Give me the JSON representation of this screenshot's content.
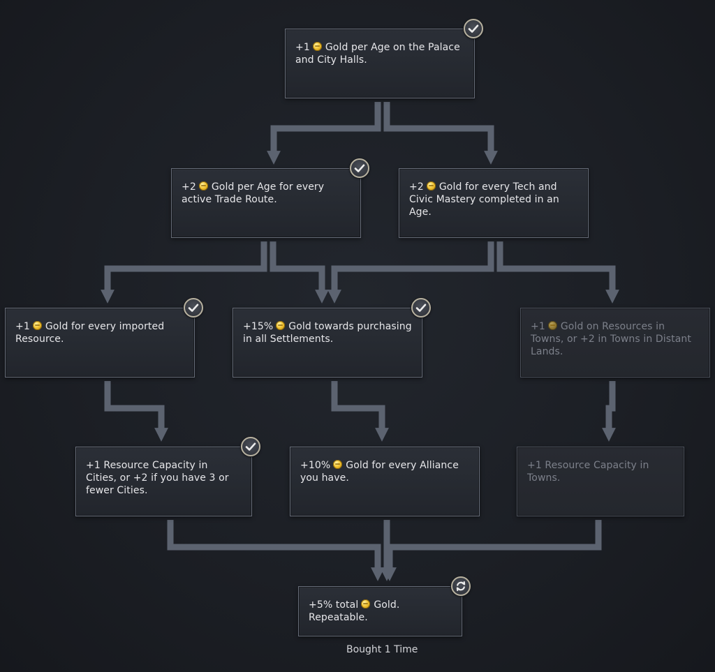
{
  "tree": {
    "nodes": {
      "palace": {
        "prefix": "+1",
        "text": "Gold per Age on the Palace and City Halls.",
        "status": "completed"
      },
      "trade_route": {
        "prefix": "+2",
        "text": "Gold per Age for every active Trade Route.",
        "status": "completed"
      },
      "tech_civic": {
        "prefix": "+2",
        "text": "Gold for every Tech and Civic Mastery completed in an Age.",
        "status": "available"
      },
      "imported_resource": {
        "prefix": "+1",
        "text": "Gold for every imported Resource.",
        "status": "completed"
      },
      "purchasing": {
        "prefix": "+15%",
        "text": "Gold towards purchasing in all Settlements.",
        "status": "completed"
      },
      "towns_resources": {
        "prefix": "+1",
        "text": "Gold on Resources in Towns, or +2 in Towns in Distant Lands.",
        "status": "locked"
      },
      "resource_capacity_cities": {
        "prefix": "",
        "text": "+1 Resource Capacity in Cities, or +2 if you have 3 or fewer Cities.",
        "status": "completed"
      },
      "alliance": {
        "prefix": "+10%",
        "text": "Gold for every Alliance you have.",
        "status": "available"
      },
      "resource_capacity_towns": {
        "prefix": "",
        "text": "+1 Resource Capacity in Towns.",
        "status": "locked"
      },
      "total_gold": {
        "prefix": "+5% total",
        "text": "Gold. Repeatable.",
        "status": "repeatable"
      }
    },
    "badge_icons": {
      "completed": "checkmark-icon",
      "repeatable": "repeat-icon"
    },
    "coin_icon": "gold-coin-icon",
    "footer": "Bought 1 Time"
  },
  "colors": {
    "background": "#1b1e24",
    "node_border": "#666c78",
    "connector": "#5c6370",
    "text": "#e7e7ea",
    "locked_text": "#7c808a",
    "gold": "#f1c232"
  }
}
